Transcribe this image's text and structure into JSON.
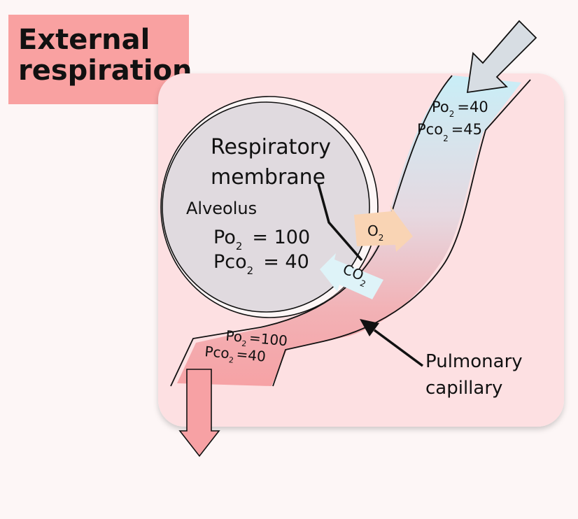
{
  "title": {
    "line1": "External",
    "line2": "respiration"
  },
  "labels": {
    "membrane_line1": "Respiratory",
    "membrane_line2": "membrane",
    "alveolus": "Alveolus",
    "capillary_line1": "Pulmonary",
    "capillary_line2": "capillary"
  },
  "gases": {
    "o2": {
      "base": "O",
      "sub": "2"
    },
    "co2": {
      "base": "CO",
      "sub": "2"
    }
  },
  "alveolus_values": {
    "po2": {
      "base": "Po",
      "sub": "2",
      "value": "= 100"
    },
    "pco2": {
      "base": "Pco",
      "sub": "2",
      "value": "= 40"
    }
  },
  "inflow_values": {
    "po2": {
      "base": "Po",
      "sub": "2",
      "value": "=40"
    },
    "pco2": {
      "base": "Pco",
      "sub": "2",
      "value": "=45"
    }
  },
  "outflow_values": {
    "po2": {
      "base": "Po",
      "sub": "2",
      "value": "=100"
    },
    "pco2": {
      "base": "Pco",
      "sub": "2",
      "value": "=40"
    }
  },
  "colors": {
    "panel": "#fde0e2",
    "alveolus": "#e0dadf",
    "blood_in": "#cdeef5",
    "blood_out": "#f6a2a5",
    "o2_arrow": "#f9d4b4",
    "co2_arrow": "#def3f8",
    "title_bg": "#f9a1a1"
  }
}
